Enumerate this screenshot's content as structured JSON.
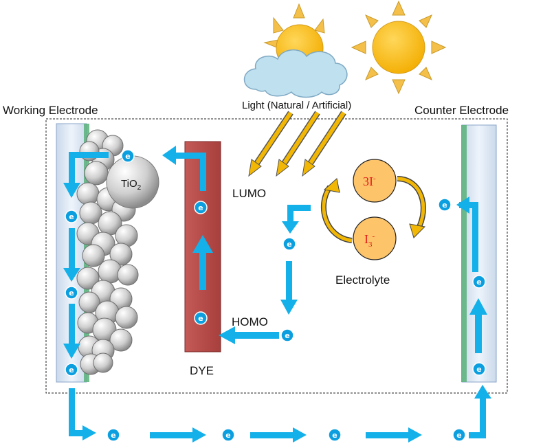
{
  "labels": {
    "working_electrode": "Working Electrode",
    "counter_electrode": "Counter Electrode",
    "light": "Light (Natural / Artificial)",
    "lumo": "LUMO",
    "homo": "HOMO",
    "dye": "DYE",
    "electrolyte": "Electrolyte",
    "tio2_main": "TiO",
    "tio2_sub": "2",
    "iodide_main": "3I",
    "iodide_sup": "-",
    "triiodide_main": "I",
    "triiodide_sub": "3",
    "triiodide_sup": "-",
    "electron": "e"
  },
  "colors": {
    "arrow": "#13b0ea",
    "electron": "#0c9fe0",
    "dye": "#b94a48",
    "sun": "#fdbd0f",
    "sun_rays": "#f4c04a",
    "cloud": "#bfe0ee",
    "light_beam": "#f2b705",
    "ion_fill": "#fdc46a",
    "ion_text": "#e31b1b",
    "electrode_glass": "#e4eef9",
    "electrode_green": "#59b27a",
    "tio2_particle": "#d8d8d8"
  }
}
